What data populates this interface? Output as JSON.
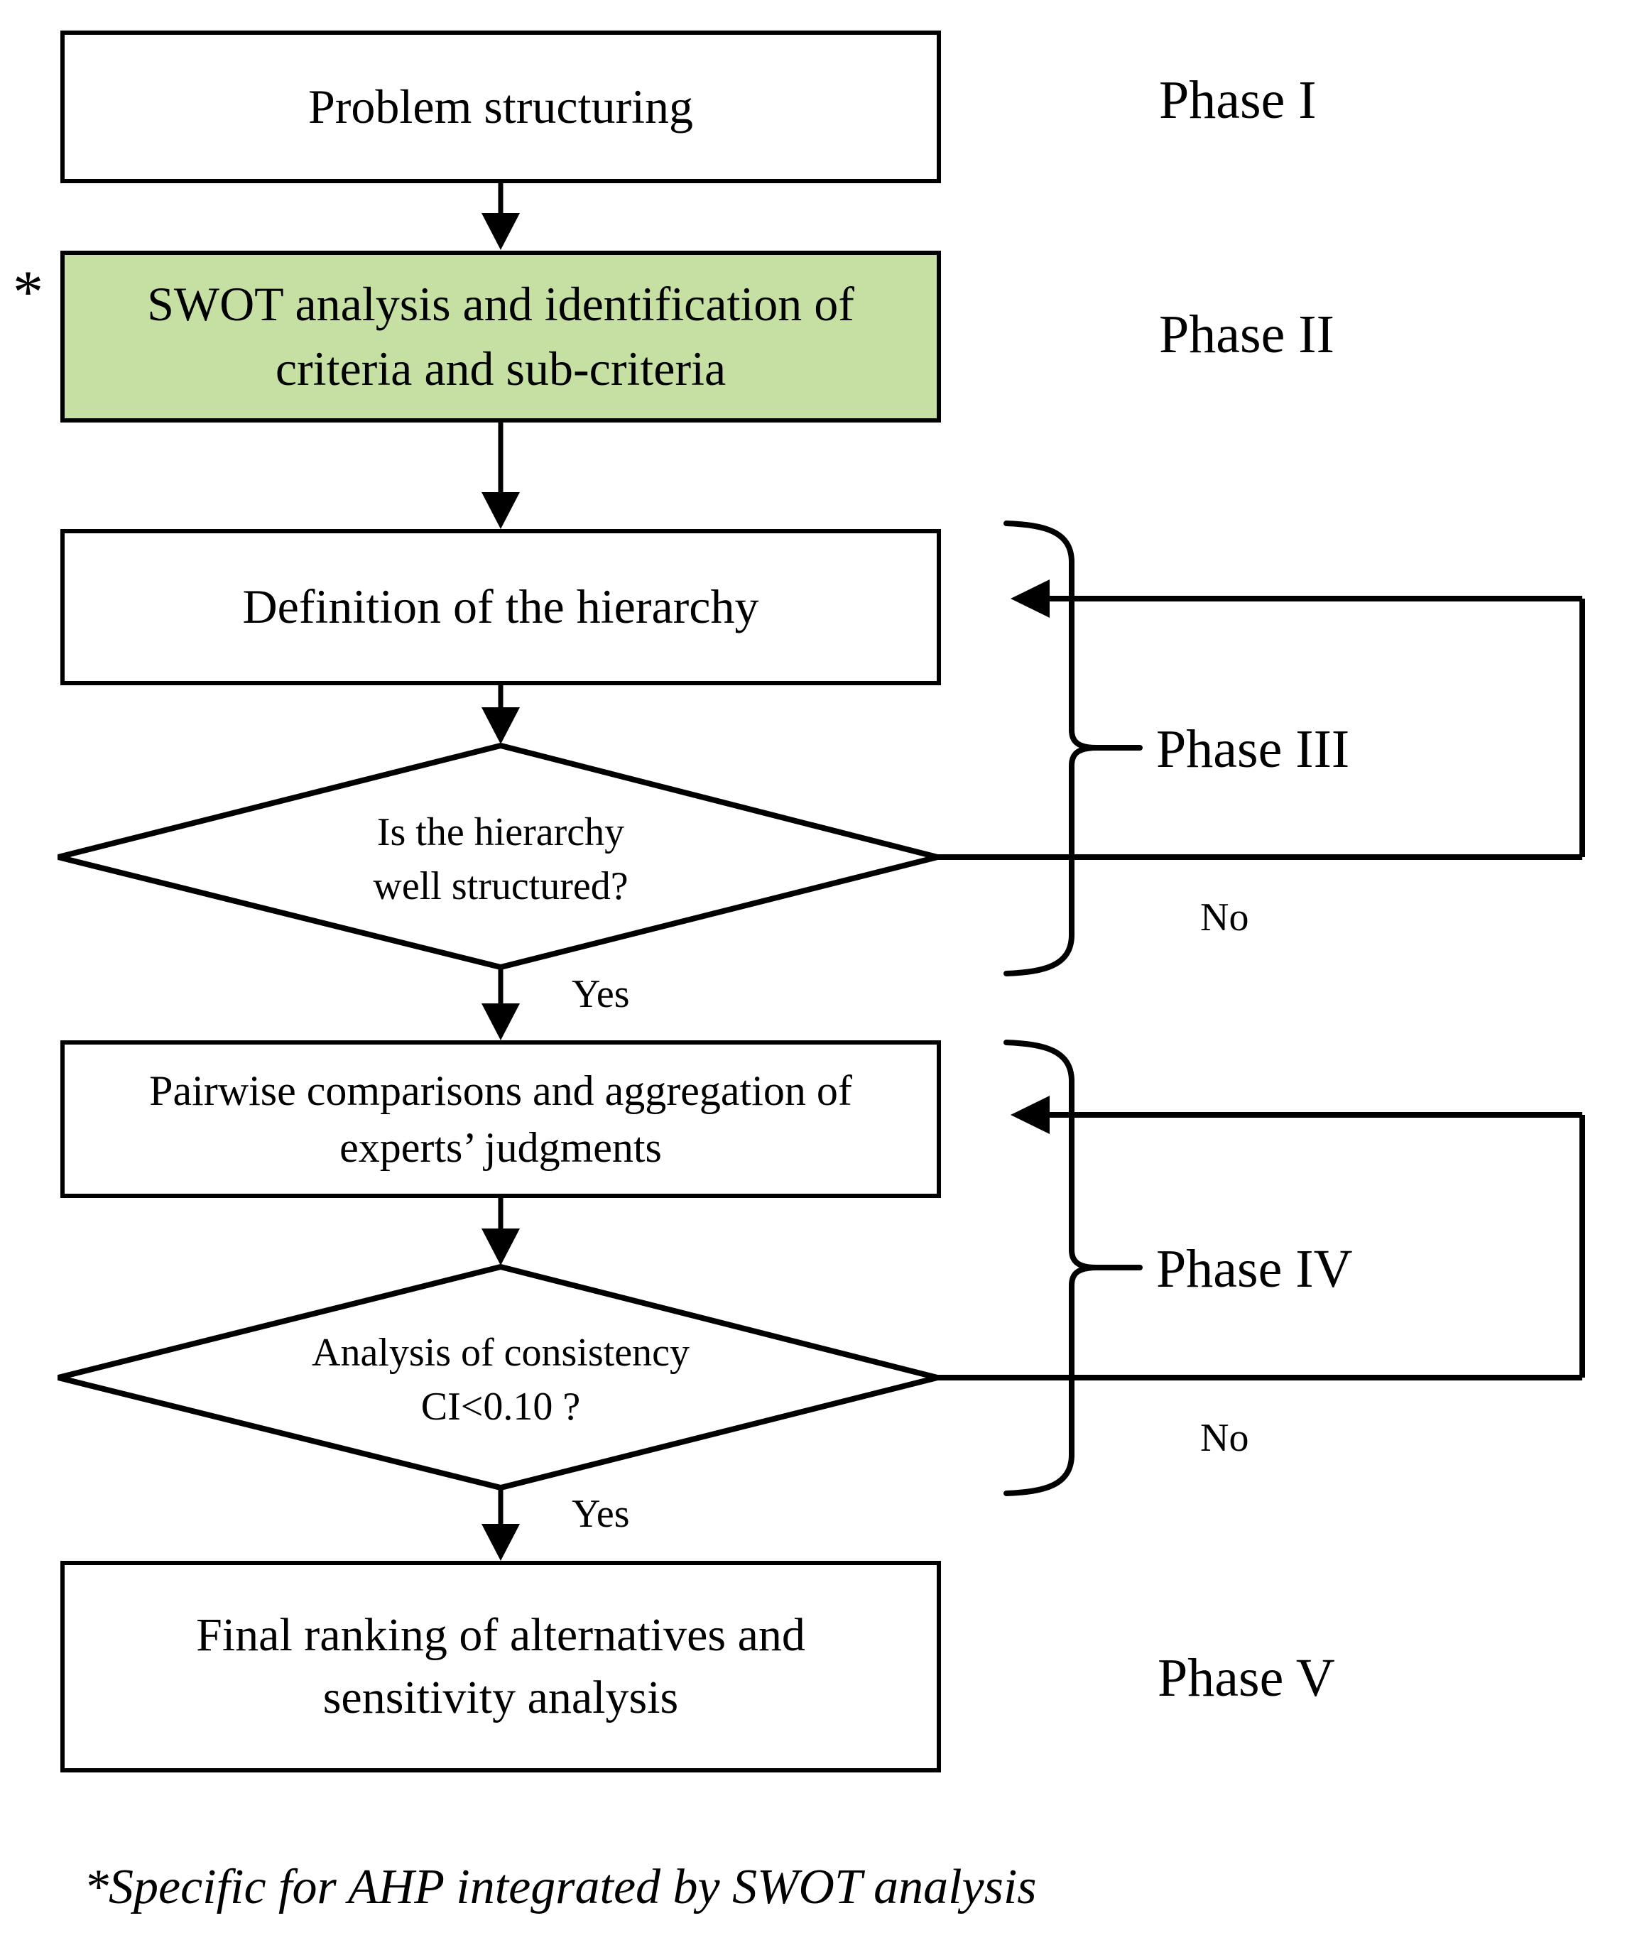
{
  "diagram": {
    "type": "flowchart",
    "title": "AHP methodology phases flowchart",
    "background_color": "#ffffff",
    "line_color": "#000000",
    "highlight_color": "#c6e0a4"
  },
  "nodes": {
    "problem_structuring": {
      "shape": "process",
      "label": "Problem structuring",
      "fill": "#ffffff"
    },
    "swot_analysis": {
      "shape": "process",
      "label": "SWOT analysis  and identification  of\ncriteria and sub-criteria",
      "fill": "#c6e0a4",
      "marker": "*"
    },
    "definition_hierarchy": {
      "shape": "process",
      "label": "Definition of the hierarchy",
      "fill": "#ffffff"
    },
    "hierarchy_decision": {
      "shape": "decision",
      "label": "Is the hierarchy\nwell structured?"
    },
    "pairwise_comparisons": {
      "shape": "process",
      "label": "Pairwise comparisons and aggregation of\nexperts’ judgments",
      "fill": "#ffffff"
    },
    "consistency_decision": {
      "shape": "decision",
      "label": "Analysis of consistency\nCI<0.10 ?"
    },
    "final_ranking": {
      "shape": "process",
      "label": "Final ranking  of alternatives  and\nsensitivity  analysis",
      "fill": "#ffffff"
    }
  },
  "edge_labels": {
    "hierarchy_no": "No",
    "hierarchy_yes": "Yes",
    "consistency_no": "No",
    "consistency_yes": "Yes"
  },
  "phases": {
    "phase1": "Phase I",
    "phase2": "Phase II",
    "phase3": "Phase III",
    "phase4": "Phase IV",
    "phase5": "Phase V"
  },
  "footnote": {
    "text": "*Specific for AHP integrated by SWOT analysis"
  }
}
